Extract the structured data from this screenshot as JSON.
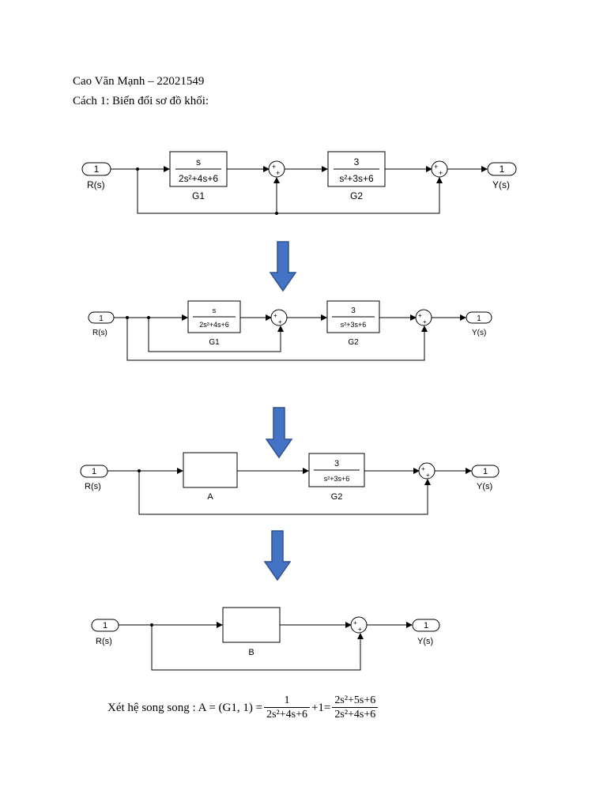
{
  "header": {
    "author": "Cao Văn Mạnh – 22021549",
    "method": "Cách 1: Biến đổi sơ đồ khối:"
  },
  "colors": {
    "arrow": "#4472c4",
    "arrow_border": "#2f528f",
    "line": "#000000"
  },
  "common": {
    "port_value": "1",
    "input_label": "R(s)",
    "output_label": "Y(s)"
  },
  "diagram1": {
    "g1": {
      "num": "s",
      "den": "2s²+4s+6",
      "label": "G1"
    },
    "g2": {
      "num": "3",
      "den": "s²+3s+6",
      "label": "G2"
    }
  },
  "diagram2": {
    "g1": {
      "num": "s",
      "den": "2s²+4s+6",
      "label": "G1"
    },
    "g2": {
      "num": "3",
      "den": "s²+3s+6",
      "label": "G2"
    }
  },
  "diagram3": {
    "a": {
      "label": "A"
    },
    "g2": {
      "num": "3",
      "den": "s²+3s+6",
      "label": "G2"
    }
  },
  "diagram4": {
    "b": {
      "label": "B"
    }
  },
  "formula": {
    "intro": "Xét hệ song song : A = (G1, 1) = ",
    "f1_num": "1",
    "f1_den": "2s²+4s+6",
    "plus": "+1=",
    "f2_num": "2s²+5s+6",
    "f2_den": "2s²+4s+6"
  }
}
